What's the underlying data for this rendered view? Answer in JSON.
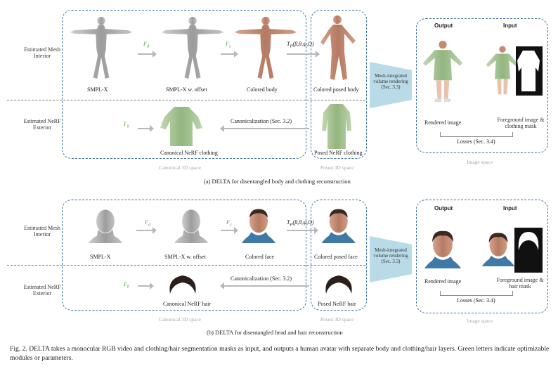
{
  "panel_a": {
    "row1_label": "Estimated Mesh Interior",
    "row2_label": "Estimated NeRF Exterior",
    "f_d": "F",
    "f_d_sub": "d",
    "f_c": "F",
    "f_c_sub": "c",
    "f_h": "F",
    "f_h_sub": "h",
    "transform": "T",
    "transform_sub": "P",
    "transform_args": "(β,θ,ψ,O)",
    "smplx": "SMPL-X",
    "smplx_offset": "SMPL-X w. offset",
    "colored": "Colored body",
    "colored_posed": "Colored posed body",
    "canonicalization": "Canonicalization (Sec. 3.2)",
    "canonical_nerf": "Canonical NeRF clothing",
    "posed_nerf": "Posed NeRF clothing",
    "canonical_space": "Canonical 3D space",
    "posed_space": "Posed 3D space",
    "volume_rendering": "Mesh-integrated volume rendering (Sec. 3.3)",
    "output": "Output",
    "input": "Input",
    "rendered": "Rendered image",
    "foreground": "Foreground image & clothing mask",
    "losses": "Losses (Sec. 3.4)",
    "image_space": "Image space",
    "caption": "(a) DELTA for disentangled body and clothing reconstruction"
  },
  "panel_b": {
    "row1_label": "Estimated Mesh Interior",
    "row2_label": "Estimated NeRF Exterior",
    "f_d": "F",
    "f_d_sub": "d",
    "f_c": "F",
    "f_c_sub": "c",
    "f_h": "F",
    "f_h_sub": "h",
    "transform": "T",
    "transform_sub": "P",
    "transform_args": "(β,θ,ψ,O)",
    "smplx": "SMPL-X",
    "smplx_offset": "SMPL-X w. offset",
    "colored": "Colored face",
    "colored_posed": "Colored posed face",
    "canonicalization": "Canonicalization (Sec. 3.2)",
    "canonical_nerf": "Canonical NeRF hair",
    "posed_nerf": "Posed NeRF hair",
    "canonical_space": "Canonical 3D space",
    "posed_space": "Posed 3D space",
    "volume_rendering": "Mesh-integrated volume rendering (Sec. 3.3)",
    "output": "Output",
    "input": "Input",
    "rendered": "Rendered image",
    "foreground": "Foreground image & hair mask",
    "losses": "Losses (Sec. 3.4)",
    "image_space": "Image space",
    "caption": "(b) DELTA for disentangled head and hair reconstruction"
  },
  "figure_caption": "Fig. 2.  DELTA takes a monocular RGB video and clothing/hair segmentation masks as input, and outputs a human avatar with separate body and clothing/hair layers. Green letters indicate optimizable modules or parameters.",
  "colors": {
    "accent_green": "#5aa64a",
    "dashed_blue": "#3b6ea8",
    "teal": "#b9dbe7",
    "skin": "#c58b72",
    "clothing": "#a9c79a",
    "mesh_gray": "#a8a8a8"
  }
}
